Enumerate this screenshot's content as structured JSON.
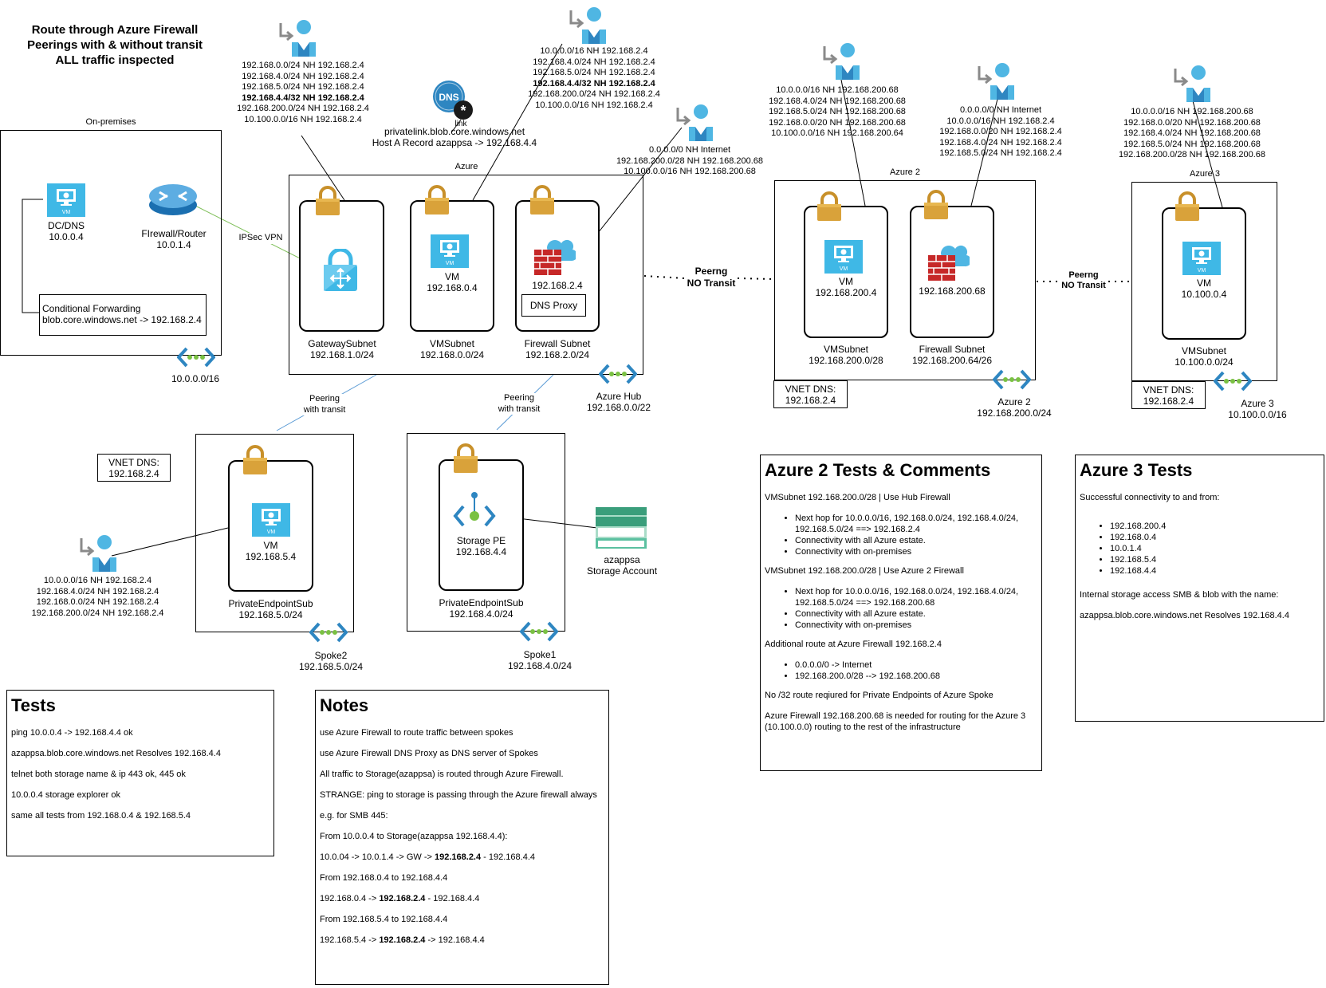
{
  "title": {
    "lines": [
      "Route through Azure Firewall",
      "Peerings with & without transit",
      "ALL traffic inspected"
    ]
  },
  "onprem": {
    "label": "On-premises",
    "dc_label": "DC/DNS",
    "dc_ip": "10.0.0.4",
    "fw_label": "FIrewall/Router",
    "fw_ip": "10.0.1.4",
    "cond_fwd_1": "Conditional Forwarding",
    "cond_fwd_2": "blob.core.windows.net -> 192.168.2.4",
    "cidr": "10.0.0.0/16",
    "vpn_label": "IPSec VPN"
  },
  "routes_gateway": [
    {
      "text": "192.168.0.0/24 NH 192.168.2.4",
      "bold": false
    },
    {
      "text": "192.168.4.0/24 NH 192.168.2.4",
      "bold": false
    },
    {
      "text": "192.168.5.0/24 NH 192.168.2.4",
      "bold": false
    },
    {
      "text": "192.168.4.4/32 NH 192.168.2.4",
      "bold": true
    },
    {
      "text": "192.168.200.0/24 NH 192.168.2.4",
      "bold": false
    },
    {
      "text": "10.100.0.0/16 NH 192.168.2.4",
      "bold": false
    }
  ],
  "routes_vmsubnet": [
    {
      "text": "10.0.0.0/16 NH 192.168.2.4",
      "bold": false
    },
    {
      "text": "192.168.4.0/24 NH 192.168.2.4",
      "bold": false
    },
    {
      "text": "192.168.5.0/24 NH 192.168.2.4",
      "bold": false
    },
    {
      "text": "192.168.4.4/32 NH 192.168.2.4",
      "bold": true
    },
    {
      "text": "192.168.200.0/24 NH 192.168.2.4",
      "bold": false
    },
    {
      "text": "10.100.0.0/16 NH 192.168.2.4",
      "bold": false
    }
  ],
  "routes_fwsubnet": [
    {
      "text": "0.0.0.0/0 NH Internet",
      "bold": false
    },
    {
      "text": "192.168.200.0/28 NH 192.168.200.68",
      "bold": false
    },
    {
      "text": "10.100.0.0/16 NH 192.168.200.68",
      "bold": false
    }
  ],
  "dns_zone": {
    "icon_text": "DNS",
    "link_label": "link",
    "line1": "privatelink.blob.core.windows.net",
    "line2": "Host A Record azappsa -> 192.168.4.4"
  },
  "azure_hub": {
    "label": "Azure",
    "name": "Azure Hub",
    "cidr": "192.168.0.0/22",
    "gw_subnet": "GatewaySubnet",
    "gw_cidr": "192.168.1.0/24",
    "vm_subnet": "VMSubnet",
    "vm_cidr": "192.168.0.0/24",
    "vm_label": "VM",
    "vm_ip": "192.168.0.4",
    "fw_subnet": "Firewall Subnet",
    "fw_cidr": "192.168.2.0/24",
    "fw_ip": "192.168.2.4",
    "dns_proxy": "DNS Proxy"
  },
  "peering_hub_az2": {
    "line1": "Peerng",
    "line2": "NO Transit"
  },
  "peering_az2_az3": {
    "line1": "Peerng",
    "line2": "NO Transit"
  },
  "peering_spoke2": {
    "line1": "Peering",
    "line2": "with transit"
  },
  "peering_spoke1": {
    "line1": "Peering",
    "line2": "with transit"
  },
  "vm_badge": "VM",
  "azure2": {
    "label": "Azure 2",
    "name": "Azure 2",
    "cidr": "192.168.200.0/24",
    "vm_label": "VM",
    "vm_ip": "192.168.200.4",
    "vm_subnet": "VMSubnet",
    "vm_cidr": "192.168.200.0/28",
    "fw_ip": "192.168.200.68",
    "fw_subnet": "Firewall Subnet",
    "fw_cidr": "192.168.200.64/26",
    "dns_1": "VNET DNS:",
    "dns_2": "192.168.2.4"
  },
  "routes_az2_vm": [
    "10.0.0.0/16 NH 192.168.200.68",
    "192.168.4.0/24 NH 192.168.200.68",
    "192.168.5.0/24 NH 192.168.200.68",
    "192.168.0.0/20 NH 192.168.200.68",
    "10.100.0.0/16 NH 192.168.200.64"
  ],
  "routes_az2_fw": [
    "0.0.0.0/0 NH Internet",
    "10.0.0.0/16 NH 192.168.2.4",
    "192.168.0.0/20 NH 192.168.2.4",
    "192.168.4.0/24 NH 192.168.2.4",
    "192.168.5.0/24 NH 192.168.2.4"
  ],
  "azure3": {
    "label": "Azure 3",
    "name": "Azure 3",
    "cidr": "10.100.0.0/16",
    "vm_label": "VM",
    "vm_ip": "10.100.0.4",
    "vm_subnet": "VMSubnet",
    "vm_cidr": "10.100.0.0/24",
    "dns_1": "VNET DNS:",
    "dns_2": "192.168.2.4"
  },
  "routes_az3": [
    "10.0.0.0/16 NH 192.168.200.68",
    "192.168.0.0/20 NH 192.168.200.68",
    "192.168.4.0/24 NH 192.168.200.68",
    "192.168.5.0/24 NH 192.168.200.68",
    "192.168.200.0/28 NH 192.168.200.68"
  ],
  "spoke2": {
    "name": "Spoke2",
    "cidr": "192.168.5.0/24",
    "subnet": "PrivateEndpointSub",
    "subnet_cidr": "192.168.5.0/24",
    "vm_label": "VM",
    "vm_ip": "192.168.5.4",
    "dns_1": "VNET DNS:",
    "dns_2": "192.168.2.4"
  },
  "routes_spoke2": [
    "10.0.0.0/16 NH 192.168.2.4",
    "192.168.4.0/24 NH 192.168.2.4",
    "192.168.0.0/24 NH 192.168.2.4",
    "192.168.200.0/24 NH 192.168.2.4"
  ],
  "spoke1": {
    "name": "Spoke1",
    "cidr": "192.168.4.0/24",
    "subnet": "PrivateEndpointSub",
    "subnet_cidr": "192.168.4.0/24",
    "pe_label": "Storage PE",
    "pe_ip": "192.168.4.4",
    "sa_name": "azappsa",
    "sa_label": "Storage Account"
  },
  "tests": {
    "title": "Tests",
    "items": [
      "ping 10.0.0.4 -> 192.168.4.4 ok",
      "azappsa.blob.core.windows.net Resolves 192.168.4.4",
      "telnet both storage name & ip 443 ok, 445 ok",
      "10.0.0.4 storage explorer ok",
      "same all tests from 192.168.0.4 & 192.168.5.4"
    ]
  },
  "notes": {
    "title": "Notes",
    "p1": "use Azure Firewall to route traffic between spokes",
    "p2": "use Azure Firewall DNS Proxy as DNS server of Spokes",
    "p3": "All traffic to Storage(azappsa) is routed through Azure Firewall.",
    "p4": "STRANGE: ping to storage is passing through the Azure firewall always",
    "p5": "e.g. for SMB 445:",
    "p6": "From 10.0.0.4 to Storage(azappsa 192.168.4.4):",
    "p7a": "10.0.04 -> 10.0.1.4 -> GW -> ",
    "p7b": "192.168.2.4",
    "p7c": " - 192.168.4.4",
    "p8": "From 192.168.0.4 to 192.168.4.4",
    "p9a": "192.168.0.4 -> ",
    "p9b": "192.168.2.4",
    "p9c": " - 192.168.4.4",
    "p10": "From 192.168.5.4 to 192.168.4.4",
    "p11a": "192.168.5.4 -> ",
    "p11b": "192.168.2.4",
    "p11c": " -> 192.168.4.4"
  },
  "az2tests": {
    "title": "Azure 2 Tests & Comments",
    "h1": "VMSubnet 192.168.200.0/28 | Use Hub Firewall",
    "l1": [
      "Next hop for 10.0.0.0/16, 192.168.0.0/24, 192.168.4.0/24, 192.168.5.0/24 ==> 192.168.2.4",
      "Connectivity with all Azure estate.",
      "Connectivity with on-premises"
    ],
    "h2": "VMSubnet 192.168.200.0/28 | Use Azure 2 Firewall",
    "l2": [
      "Next hop for 10.0.0.0/16, 192.168.0.0/24, 192.168.4.0/24, 192.168.5.0/24 ==> 192.168.200.68",
      "Connectivity with all Azure estate.",
      "Connectivity with on-premises"
    ],
    "h3": "Additional route at Azure Firewall 192.168.2.4",
    "l3": [
      "0.0.0.0/0 -> Internet",
      "192.168.200.0/28 --> 192.168.200.68"
    ],
    "p4": "No /32  route reqiured for Private Endpoints of Azure Spoke",
    "p5": "Azure Firewall 192.168.200.68 is needed for routing for the Azure 3 (10.100.0.0) routing to the rest of the infrastructure"
  },
  "az3tests": {
    "title": "Azure 3 Tests",
    "p1": "Successful connectivity to and from:",
    "list": [
      "192.168.200.4",
      "192.168.0.4",
      "10.0.1.4",
      "192.168.5.4",
      "192.168.4.4"
    ],
    "p2": "Internal storage access SMB & blob with the name:",
    "p3": "azappsa.blob.core.windows.net Resolves 192.168.4.4"
  },
  "colors": {
    "lock": "#D9A23A",
    "azure_blue": "#3FB8E6",
    "user": "#4FB6E3",
    "vpn_line": "#7FBF5A",
    "peer_line": "#5B9BD5",
    "firewall_red": "#C62828"
  }
}
